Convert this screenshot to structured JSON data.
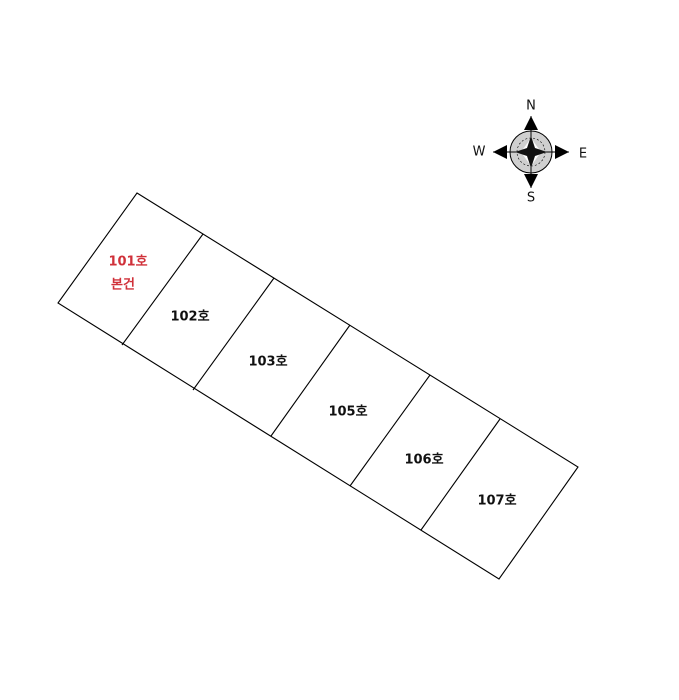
{
  "compass": {
    "north": "N",
    "south": "S",
    "east": "E",
    "west": "W"
  },
  "units": [
    {
      "name": "101호",
      "note": "본건",
      "highlight": true
    },
    {
      "name": "102호",
      "note": "",
      "highlight": false
    },
    {
      "name": "103호",
      "note": "",
      "highlight": false
    },
    {
      "name": "105호",
      "note": "",
      "highlight": false
    },
    {
      "name": "106호",
      "note": "",
      "highlight": false
    },
    {
      "name": "107호",
      "note": "",
      "highlight": false
    }
  ],
  "colors": {
    "subject_highlight": "#d0313a",
    "line": "#000000",
    "compass_fill": "#cfcfcf"
  }
}
